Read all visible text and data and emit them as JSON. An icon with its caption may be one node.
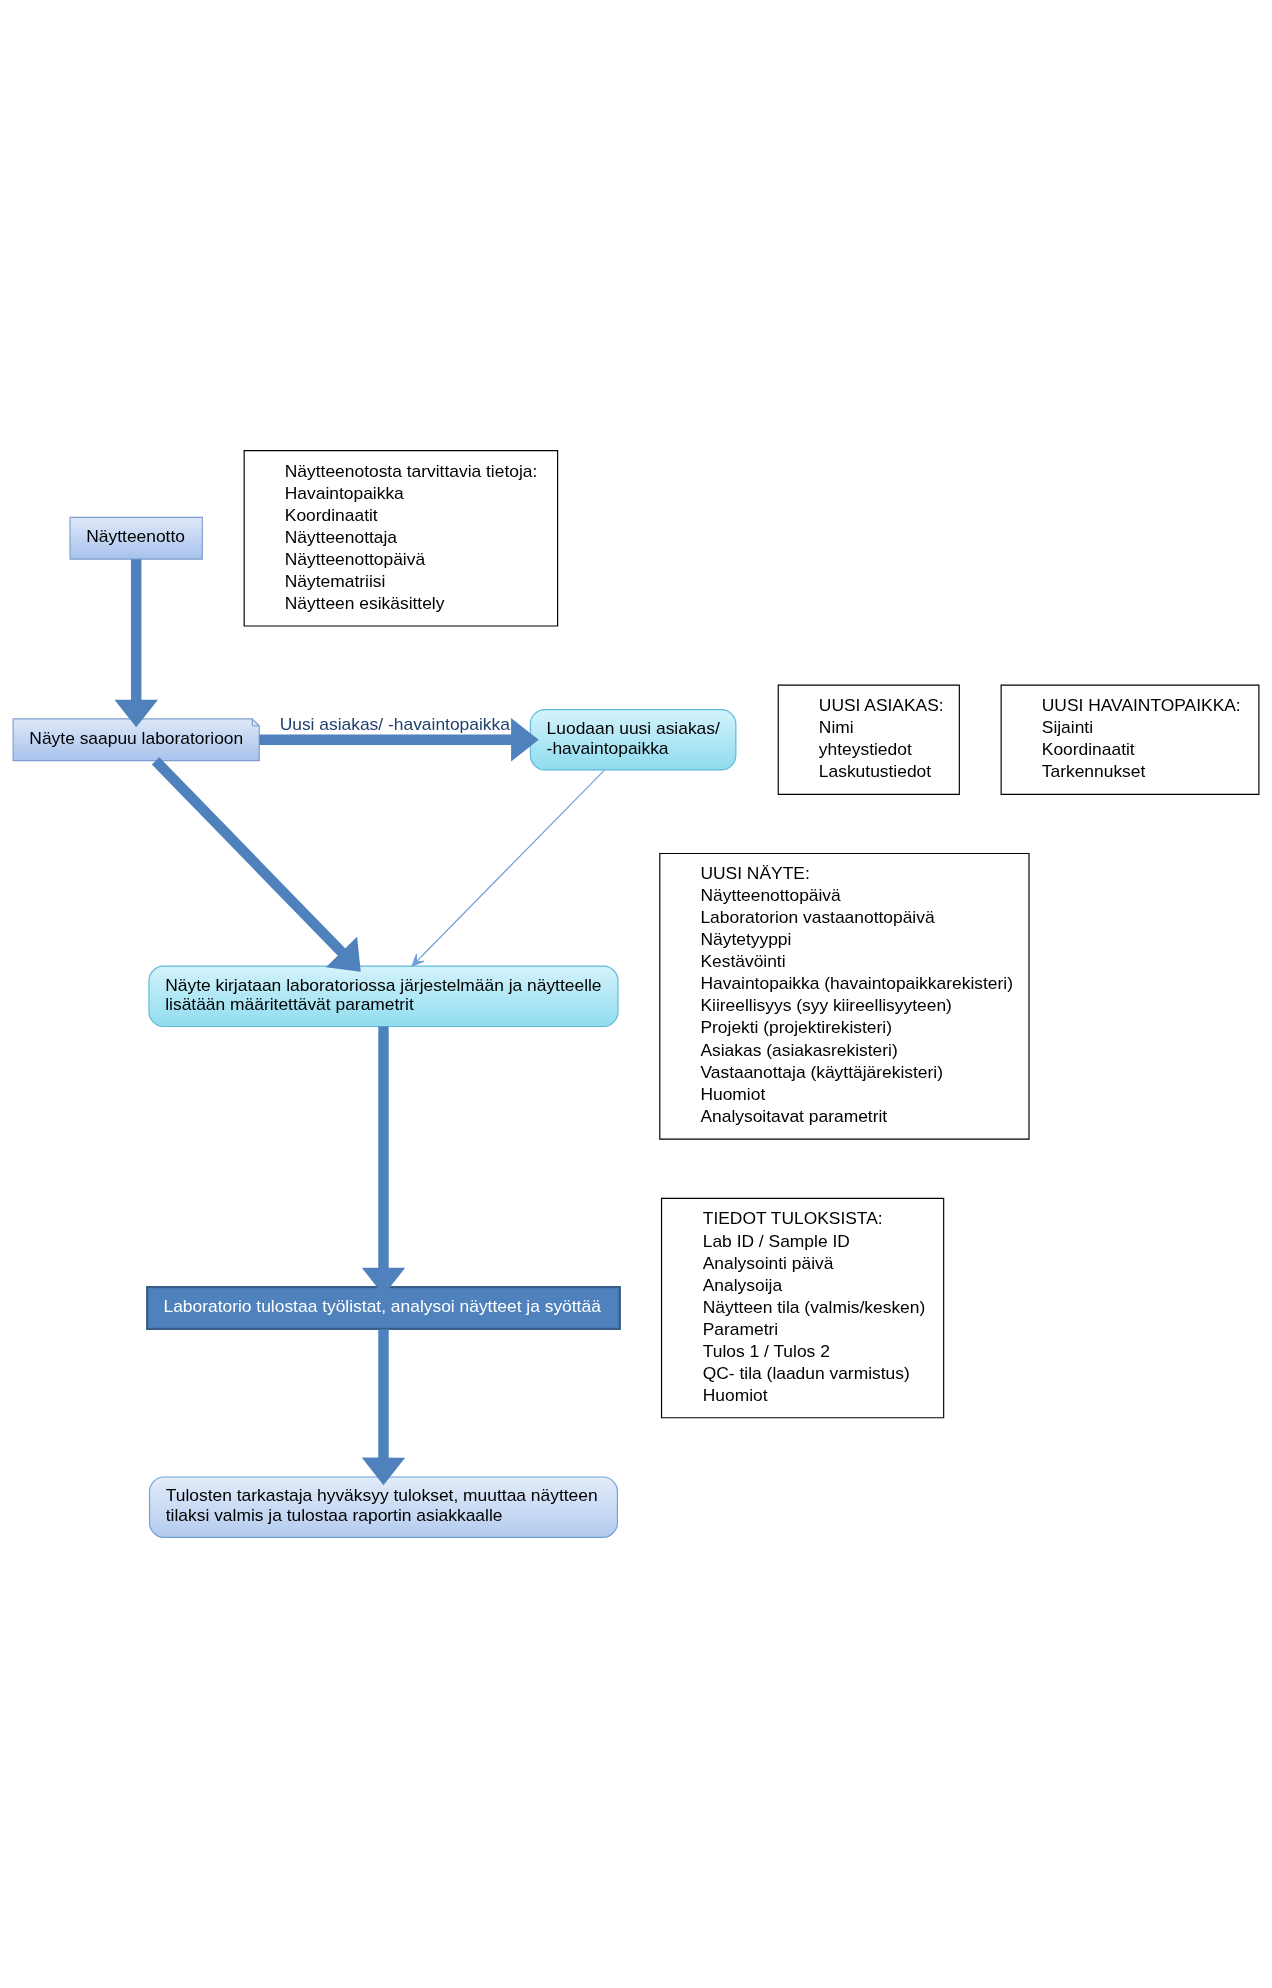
{
  "diagram": {
    "nodes": [
      {
        "text": [
          "Näytteenotto"
        ]
      },
      {
        "text": [
          "Näytteenotosta tarvittavia tietoja:",
          "Havaintopaikka",
          "Koordinaatit",
          "Näytteenottaja",
          "Näytteenottopäivä",
          "Näytematriisi",
          "Näytteen esikäsittely"
        ]
      },
      {
        "text": [
          "Näyte saapuu laboratorioon"
        ]
      },
      {
        "text": [
          "Luodaan uusi asiakas/ -havaintopaikka"
        ]
      },
      {
        "text": [
          "UUSI ASIAKAS:",
          "Nimi",
          "yhteystiedot",
          "Laskutustiedot"
        ]
      },
      {
        "text": [
          "UUSI HAVAINTOPAIKKA:",
          "Sijainti",
          "Koordinaatit",
          "Tarkennukset"
        ]
      },
      {
        "text": [
          "Näyte kirjataan laboratoriossa järjestelmään ja näytteelle lisätään määritettävät parametrit"
        ]
      },
      {
        "text": [
          "UUSI NÄYTE:",
          "Näytteenottopäivä",
          "Laboratorion vastaanottopäivä",
          "Näytetyyppi",
          "Kestävöinti",
          "Havaintopaikka (havaintopaikkarekisteri)",
          "Kiireellisyys (syy kiireellisyyteen)",
          "Projekti (projektirekisteri)",
          "Asiakas (asiakasrekisteri)",
          "Vastaanottaja (käyttäjärekisteri)",
          "Huomiot",
          "Analysoitavat parametrit"
        ]
      },
      {
        "text": [
          "Laboratorio tulostaa työlistat, analysoi näytteet ja syöttää"
        ]
      },
      {
        "text": [
          "TIEDOT TULOKSISTA:",
          "Lab ID / Sample ID",
          "Analysointi päivä",
          "Analysoija",
          "Näytteen tila (valmis/kesken)",
          "Parametri",
          "Tulos 1 / Tulos 2",
          "QC- tila (laadun varmistus)",
          "Huomiot"
        ]
      },
      {
        "text": [
          "Tulosten tarkastaja hyväksyy tulokset, muuttaa näytteen tilaksi valmis ja tulostaa raportin asiakkaalle"
        ]
      }
    ],
    "edges": [
      {
        "from": 0,
        "to": 2,
        "arrow": "to"
      },
      {
        "from": 2,
        "to": 3,
        "arrow": "to",
        "label": "Uusi asiakas/ -havaintopaikka"
      },
      {
        "from": 2,
        "to": 6,
        "arrow": "to"
      },
      {
        "from": 3,
        "to": 6,
        "arrow": "to",
        "color": "#6f9fd8"
      },
      {
        "from": 6,
        "to": 8,
        "arrow": "to"
      },
      {
        "from": 8,
        "to": 10,
        "arrow": "to"
      }
    ]
  }
}
